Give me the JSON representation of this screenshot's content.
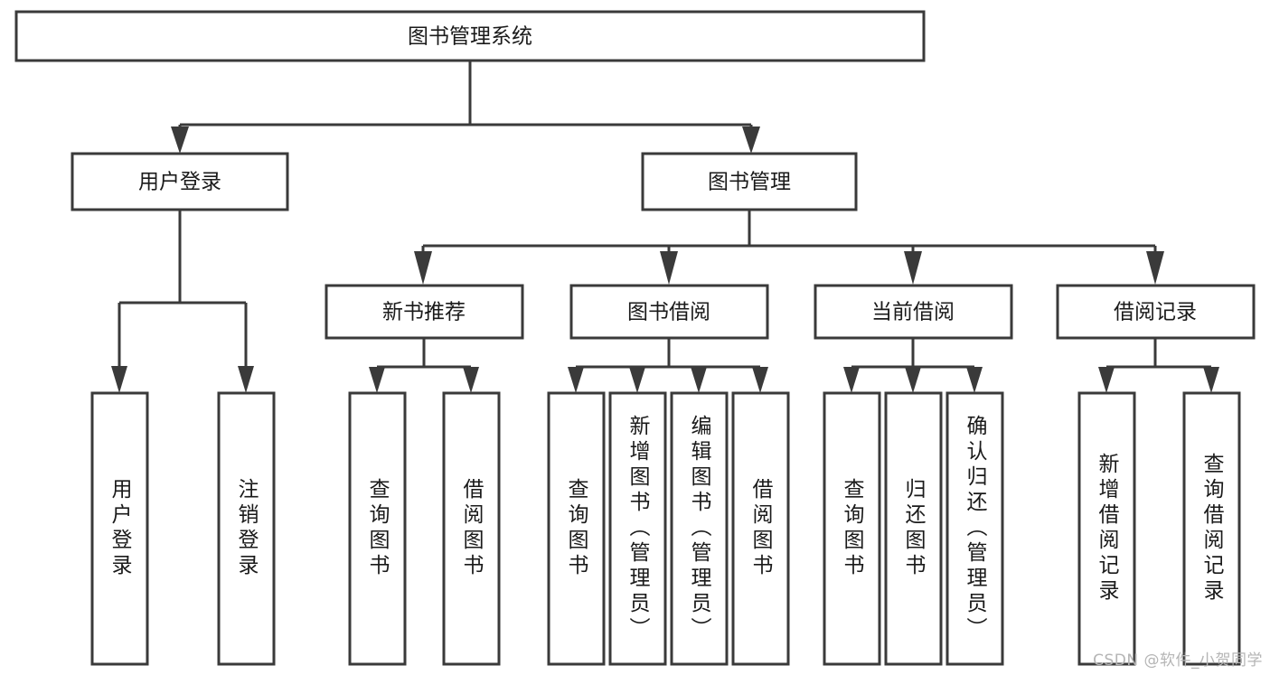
{
  "diagram": {
    "type": "hierarchy-tree",
    "title": "图书管理系统",
    "root": {
      "label": "图书管理系统"
    },
    "level2": [
      {
        "label": "用户登录"
      },
      {
        "label": "图书管理"
      }
    ],
    "level3": [
      {
        "label": "新书推荐"
      },
      {
        "label": "图书借阅"
      },
      {
        "label": "当前借阅"
      },
      {
        "label": "借阅记录"
      }
    ],
    "leaves": {
      "user_login": [
        {
          "label": "用户登录"
        },
        {
          "label": "注销登录"
        }
      ],
      "new_book_recommend": [
        {
          "label": "查询图书"
        },
        {
          "label": "借阅图书"
        }
      ],
      "book_borrow": [
        {
          "label": "查询图书"
        },
        {
          "label": "新增图书（管理员）"
        },
        {
          "label": "编辑图书（管理员）"
        },
        {
          "label": "借阅图书"
        }
      ],
      "current_borrow": [
        {
          "label": "查询图书"
        },
        {
          "label": "归还图书"
        },
        {
          "label": "确认归还（管理员）"
        }
      ],
      "borrow_record": [
        {
          "label": "新增借阅记录"
        },
        {
          "label": "查询借阅记录"
        }
      ]
    },
    "colors": {
      "stroke": "#3a3a3a",
      "fill": "#ffffff",
      "text": "#1a1a1a",
      "watermark": "#b5b5b5"
    }
  },
  "watermark": {
    "text": "CSDN @软件_小贺同学"
  }
}
